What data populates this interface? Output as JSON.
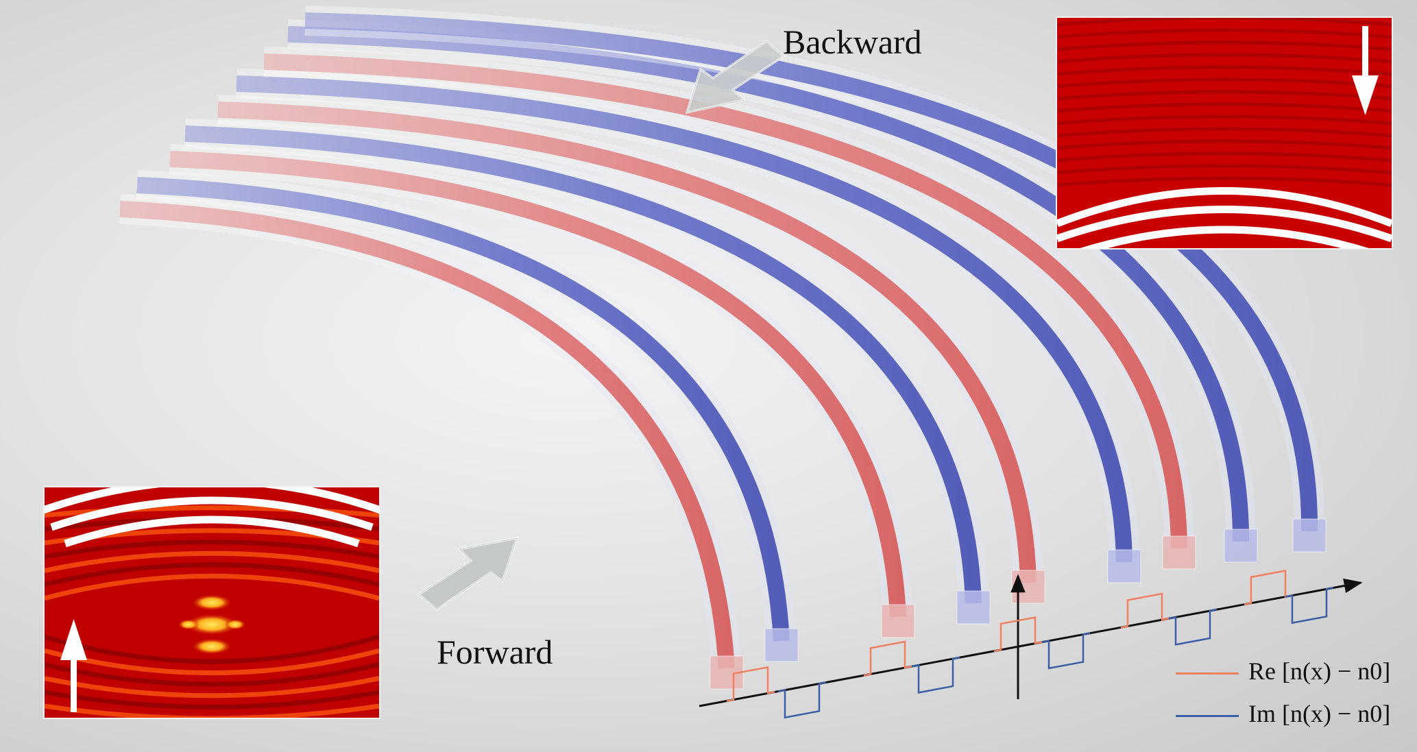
{
  "labels": {
    "backward": "Backward",
    "forward": "Forward"
  },
  "legend": {
    "re": {
      "text": "Re [n(x) − n0]",
      "color": "#f08060"
    },
    "im": {
      "text": "Im [n(x) − n0]",
      "color": "#3a5ea8"
    }
  },
  "colors": {
    "re_guide": "#e06a6a",
    "im_guide": "#5c67c4",
    "field_red": "#c80000",
    "field_hot": "#ffd23a"
  },
  "icons": {
    "backward_arrow": "arrow-left-down-icon",
    "forward_arrow": "arrow-right-up-icon",
    "inset_top_arrow": "arrow-down-icon",
    "inset_bottom_arrow": "arrow-up-icon"
  }
}
